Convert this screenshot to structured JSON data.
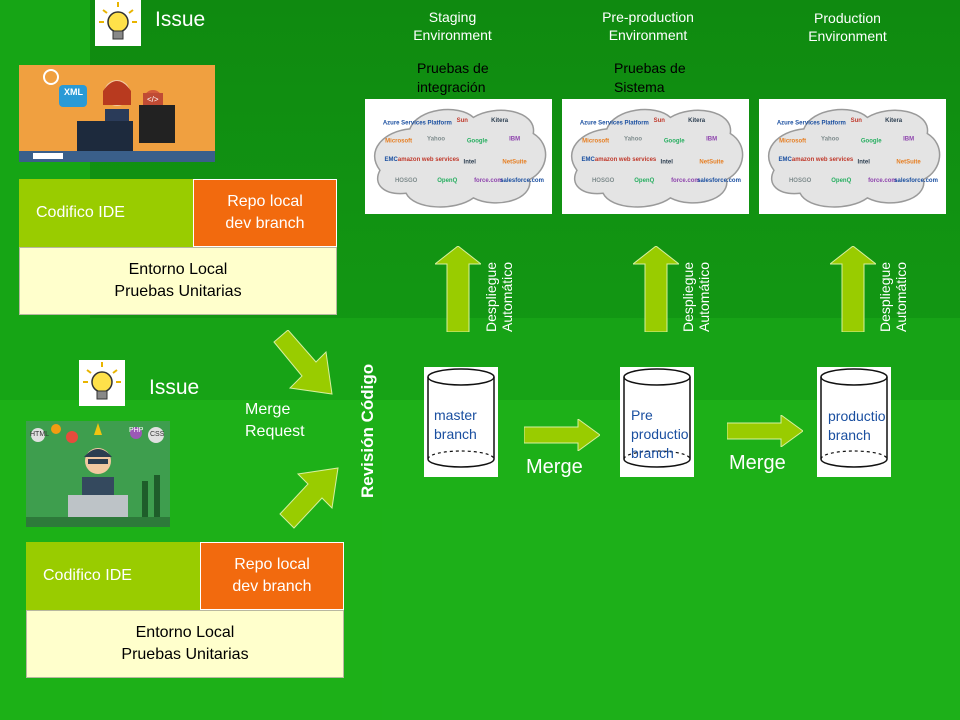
{
  "top_issue_label": "Issue",
  "bottom_issue_label": "Issue",
  "environments": [
    {
      "name_line1": "Staging",
      "name_line2": "Environment",
      "test_line1": "Pruebas de",
      "test_line2": "integración",
      "deploy_line1": "Despliegue",
      "deploy_line2": "Automático"
    },
    {
      "name_line1": "Pre-production",
      "name_line2": "Environment",
      "test_line1": "Pruebas de",
      "test_line2": "Sistema",
      "deploy_line1": "Despliegue",
      "deploy_line2": "Automático"
    },
    {
      "name_line1": "Production",
      "name_line2": "Environment",
      "test_line1": "",
      "test_line2": "",
      "deploy_line1": "Despliegue",
      "deploy_line2": "Automático"
    }
  ],
  "dev_top": {
    "ide": "Codifico IDE",
    "repo_line1": "Repo local",
    "repo_line2": "dev branch",
    "local_line1": "Entorno Local",
    "local_line2": "Pruebas Unitarias",
    "image_icons": [
      "XML",
      "</>"
    ]
  },
  "dev_bottom": {
    "ide": "Codifico IDE",
    "repo_line1": "Repo local",
    "repo_line2": "dev branch",
    "local_line1": "Entorno Local",
    "local_line2": "Pruebas Unitarias",
    "image_icons": [
      "HTML",
      "PHP",
      "CSS"
    ]
  },
  "merge_request_line1": "Merge",
  "merge_request_line2": "Request",
  "code_review": "Revisión Código",
  "branches": [
    {
      "line1": "master",
      "line2": "branch",
      "line3": ""
    },
    {
      "line1": "Pre",
      "line2": "productio",
      "line3": "branch"
    },
    {
      "line1": "productio",
      "line2": "branch",
      "line3": ""
    }
  ],
  "merge_labels": [
    "Merge",
    "Merge"
  ],
  "cloud_logos": [
    "Azure Services Platform",
    "Sun",
    "Kitera",
    "Microsoft",
    "Yahoo",
    "Google",
    "IBM",
    "EMC",
    "amazon web services",
    "Intel",
    "NetSuite",
    "HOSGO",
    "OpenQ",
    "force.com",
    "salesforce.com"
  ],
  "colors": {
    "background": "#139a14",
    "ide_box": "#99cc00",
    "repo_box": "#f26a0e",
    "local_box": "#ffffcc",
    "arrow": "#99cc00"
  }
}
